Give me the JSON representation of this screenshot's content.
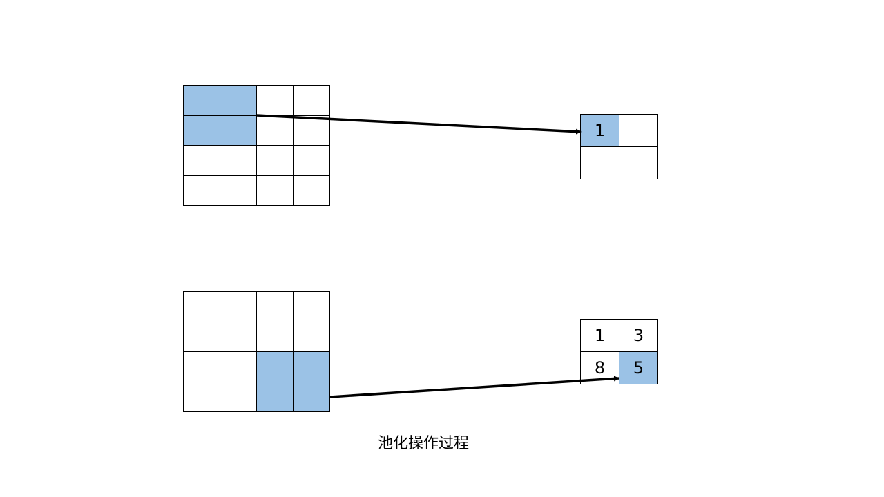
{
  "caption": "池化操作过程",
  "highlight_color": "#9bc2e6",
  "line_color": "#000000",
  "stages": [
    {
      "input": {
        "rows": 4,
        "cols": 4,
        "highlight": [
          [
            0,
            0
          ],
          [
            0,
            1
          ],
          [
            1,
            0
          ],
          [
            1,
            1
          ]
        ]
      },
      "output": {
        "rows": 2,
        "cols": 2,
        "values": [
          [
            "1",
            ""
          ],
          [
            "",
            ""
          ]
        ],
        "highlight": [
          [
            0,
            0
          ]
        ]
      }
    },
    {
      "input": {
        "rows": 4,
        "cols": 4,
        "highlight": [
          [
            2,
            2
          ],
          [
            2,
            3
          ],
          [
            3,
            2
          ],
          [
            3,
            3
          ]
        ]
      },
      "output": {
        "rows": 2,
        "cols": 2,
        "values": [
          [
            "1",
            "3"
          ],
          [
            "8",
            "5"
          ]
        ],
        "highlight": [
          [
            1,
            1
          ]
        ]
      }
    }
  ]
}
